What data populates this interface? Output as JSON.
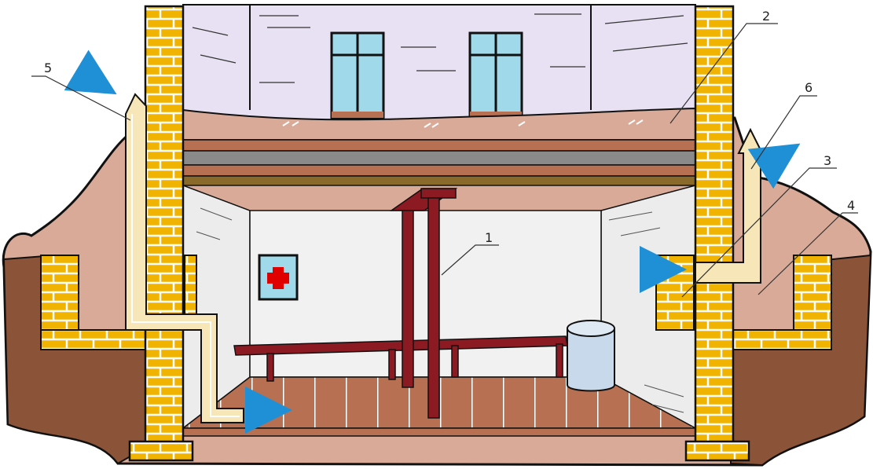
{
  "diagram": {
    "callouts": [
      {
        "id": "1",
        "text": "1"
      },
      {
        "id": "2",
        "text": "2"
      },
      {
        "id": "3",
        "text": "3"
      },
      {
        "id": "4",
        "text": "4"
      },
      {
        "id": "5",
        "text": "5"
      },
      {
        "id": "6",
        "text": "6"
      }
    ],
    "colors": {
      "brick": "#f0b400",
      "mortar": "#ffffff",
      "soil_upper": "#d9aa98",
      "soil_lower": "#8b5438",
      "duct": "#f7e7b8",
      "airflow_arrow": "#1f8fd6",
      "steel_frame": "#8b1a22",
      "floor_planks": "#b87052",
      "room_wall": "#ececec",
      "sky_wall": "#e7e1f3",
      "window_glass": "#9fd9ea",
      "first_aid_cross": "#e00000"
    },
    "icons": [
      "first-aid-icon",
      "water-tank-icon",
      "airflow-arrow-icon"
    ]
  }
}
